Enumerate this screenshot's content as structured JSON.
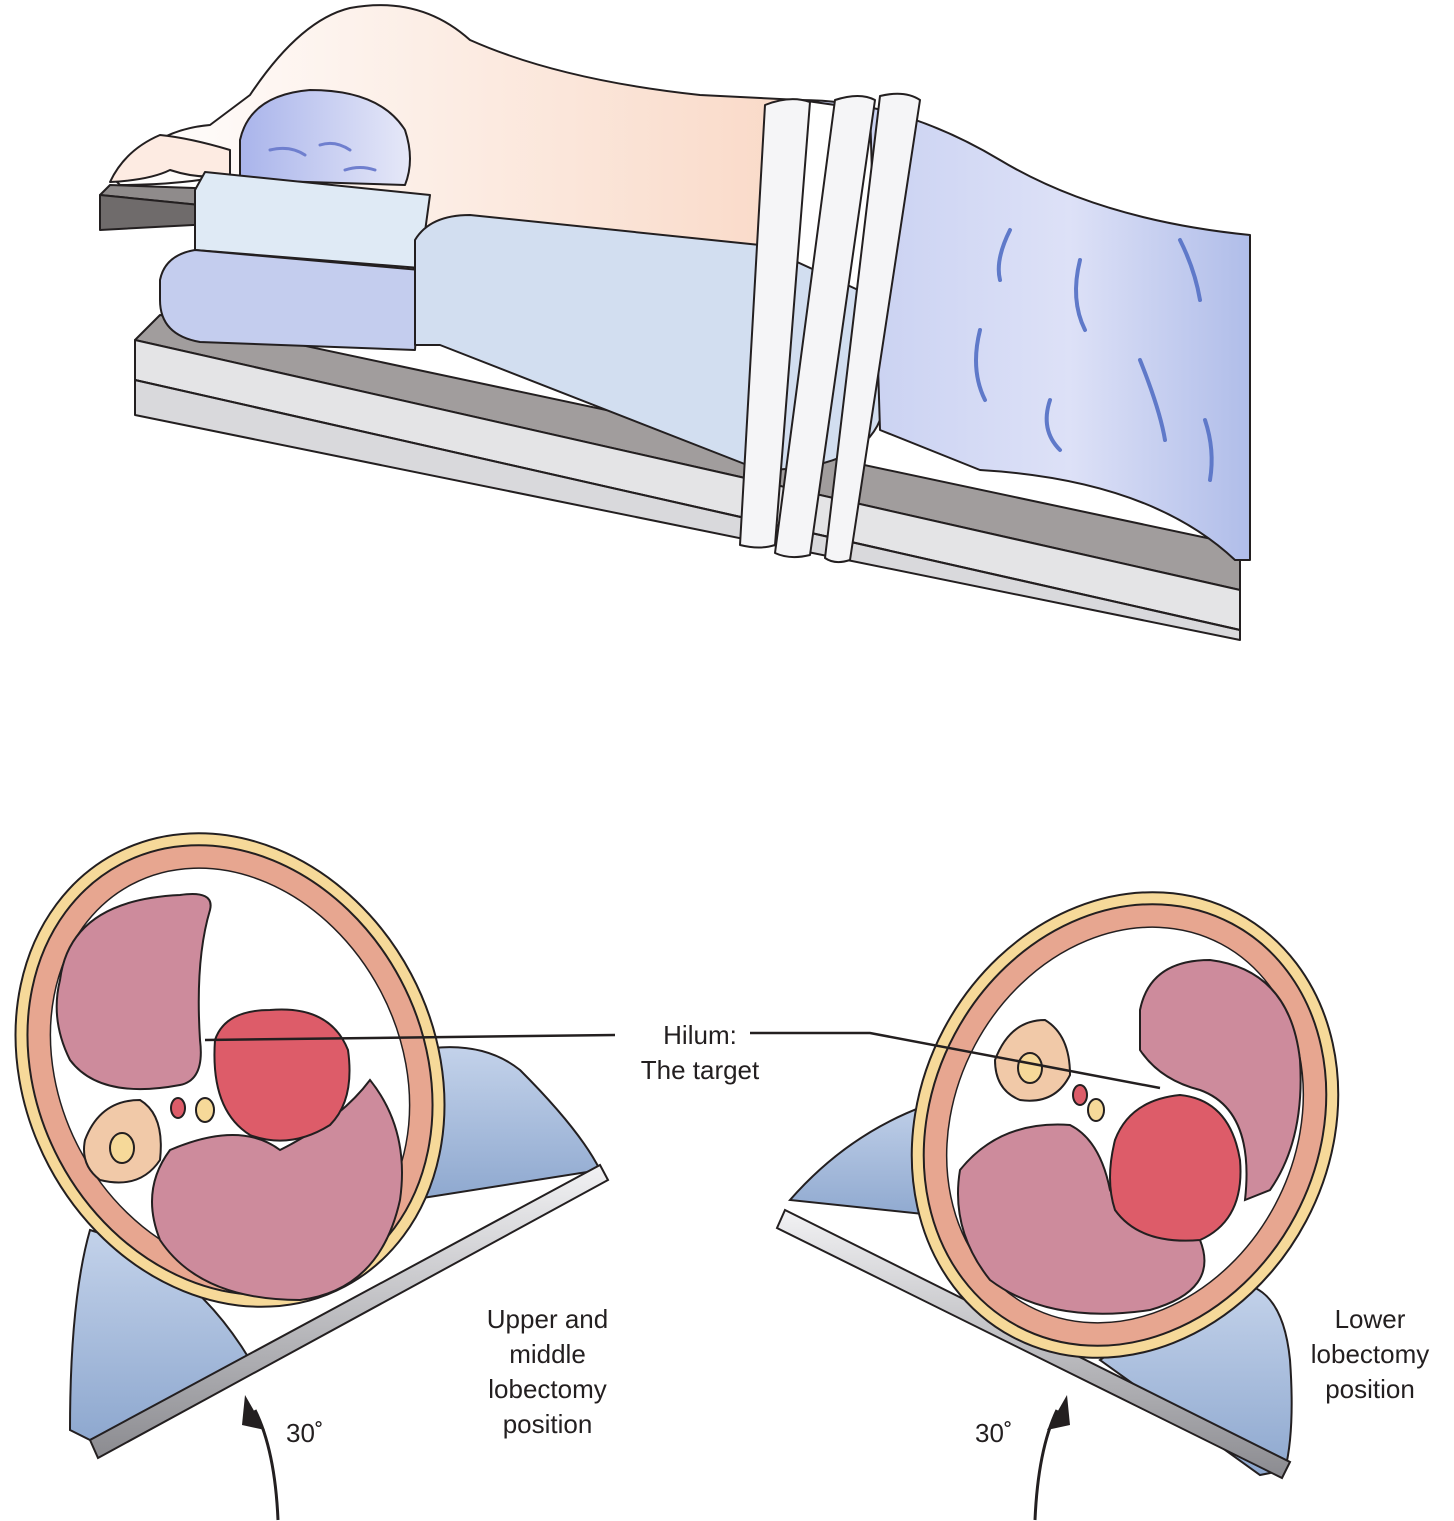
{
  "figure": {
    "callout": {
      "line1": "Hilum:",
      "line2": "The target"
    },
    "left_panel": {
      "caption_lines": [
        "Upper and",
        "middle",
        "lobectomy",
        "position"
      ],
      "angle": "30˚"
    },
    "right_panel": {
      "caption_lines": [
        "Lower",
        "lobectomy",
        "position"
      ],
      "angle": "30˚"
    },
    "colors": {
      "skin": "#fbe3d6",
      "drape": "#c9d0ef",
      "cap": "#b8c2ee",
      "table": "#9a9696",
      "table_edge": "#e4e4e6",
      "lung": "#cd8b9c",
      "heart": "#dd5c69",
      "chest_wall": "#e7a690",
      "fat_layer": "#f6d999",
      "support_pad": "#9fb6d6",
      "line": "#231f20"
    },
    "icons": [
      "patient-lateral-decubitus-illustration",
      "axial-chest-section-left",
      "axial-chest-section-right",
      "curved-arrow-icon"
    ]
  }
}
